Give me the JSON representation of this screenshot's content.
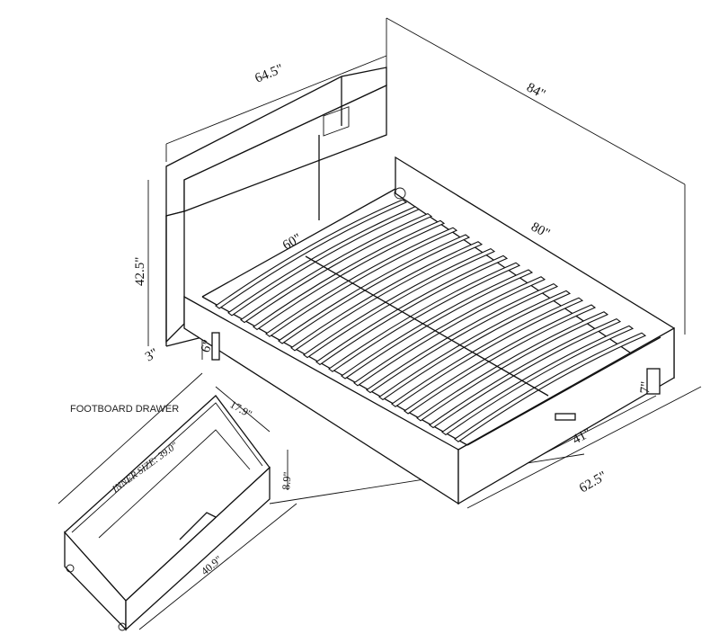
{
  "caption": "FOOTBOARD DRAWER",
  "bed_dimensions": {
    "headboard_width": "64.5\"",
    "overall_length": "84\"",
    "inner_length": "80\"",
    "inner_width": "60\"",
    "headboard_height": "42.5\"",
    "clearance": "6\"",
    "headboard_depth": "3\"",
    "footboard_height": "7\"",
    "drawer_opening": "41\"",
    "footboard_width": "62.5\""
  },
  "drawer_dimensions": {
    "depth": "17.9\"",
    "inner_size": "INNER SIZE: 39.0\"",
    "height": "8.9\"",
    "outer_width": "40.9\""
  }
}
